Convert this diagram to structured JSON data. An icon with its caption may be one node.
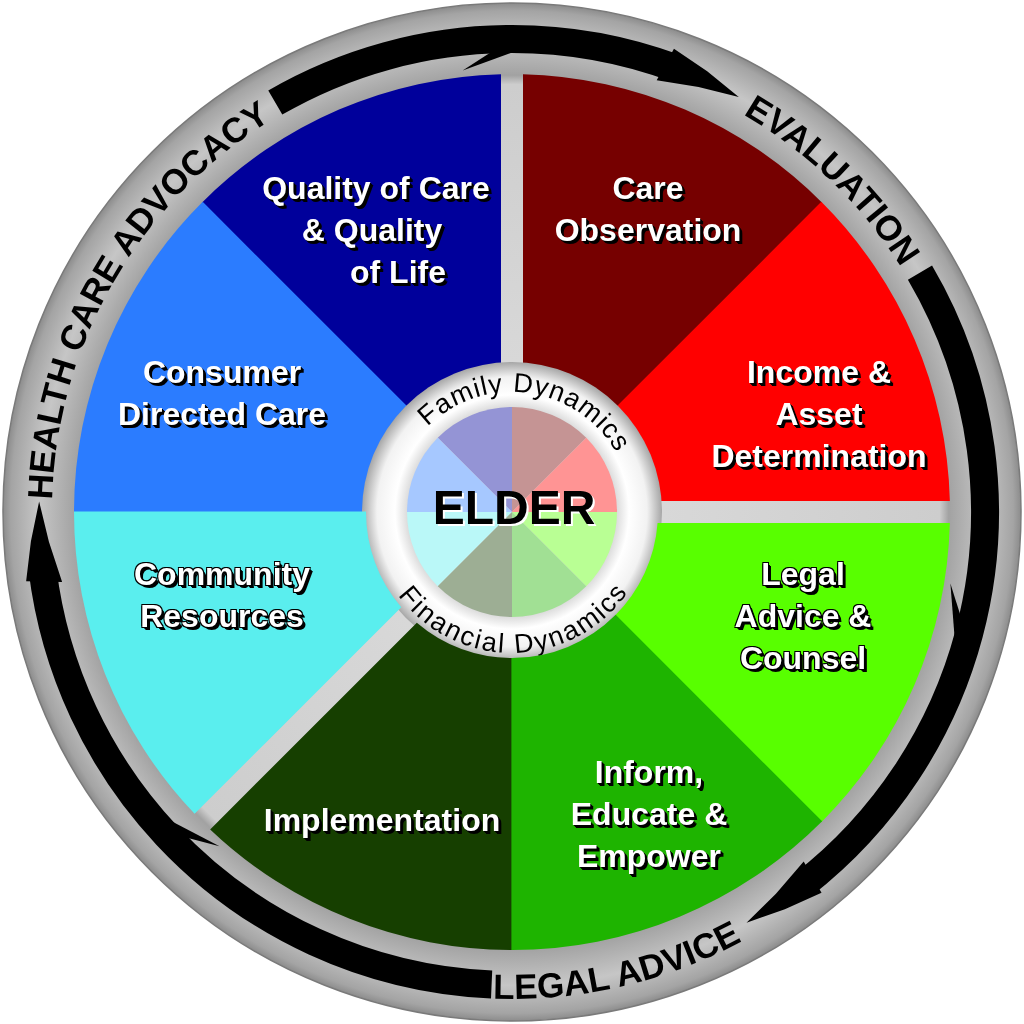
{
  "diagram": {
    "nodes": [
      {
        "text": [
          "HEALTH CARE ADVOCACY"
        ]
      },
      {
        "text": [
          "EVALUATION"
        ]
      },
      {
        "text": [
          "Quality of Care & Quality of Life"
        ]
      },
      {
        "text": [
          "Care Observation"
        ]
      },
      {
        "text": [
          "Consumer Directed Care"
        ]
      },
      {
        "text": [
          "Income & Asset Determination"
        ]
      },
      {
        "text": [
          "Family Dynamics",
          "ELDER",
          "Financial Dynamics"
        ]
      },
      {
        "text": [
          "Community Resources"
        ]
      },
      {
        "text": [
          "Legal Advice & Counsel"
        ]
      },
      {
        "text": [
          "Implementation"
        ]
      },
      {
        "text": [
          "Inform, Educate & Empower"
        ]
      },
      {
        "text": [
          "LEGAL ADVICE"
        ]
      }
    ],
    "edges": [
      {
        "from": 0,
        "to": 1,
        "arrow": "to"
      },
      {
        "from": 1,
        "to": 11,
        "arrow": "to"
      },
      {
        "from": 11,
        "to": 0,
        "arrow": "to"
      }
    ]
  }
}
